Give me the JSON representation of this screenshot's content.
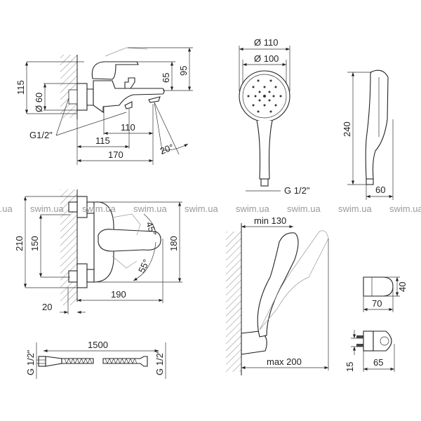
{
  "watermark": "swim.ua",
  "bath_mixer_side": {
    "d115": "115",
    "d60": "Ø 60",
    "d65": "65",
    "d95": "95",
    "d110": "110",
    "d115b": "115",
    "d170": "170",
    "angle": "20°",
    "thread": "G1/2\""
  },
  "hand_shower_front": {
    "d110": "Ø 110",
    "d100": "Ø 100",
    "thread": "G 1/2\""
  },
  "hand_shower_side": {
    "d240": "240",
    "d60": "60"
  },
  "mixer_front": {
    "d210": "210",
    "d150": "150",
    "d180": "180",
    "d190": "190",
    "d20": "20",
    "a45": "45°",
    "a55": "55°"
  },
  "hose": {
    "length": "1500",
    "thread_left": "G 1/2\"",
    "thread_right": "G 1/2\""
  },
  "holder": {
    "min": "min 130",
    "max": "max 200"
  },
  "bracket": {
    "d40": "40",
    "d70": "70",
    "d15": "15",
    "d65": "65"
  }
}
